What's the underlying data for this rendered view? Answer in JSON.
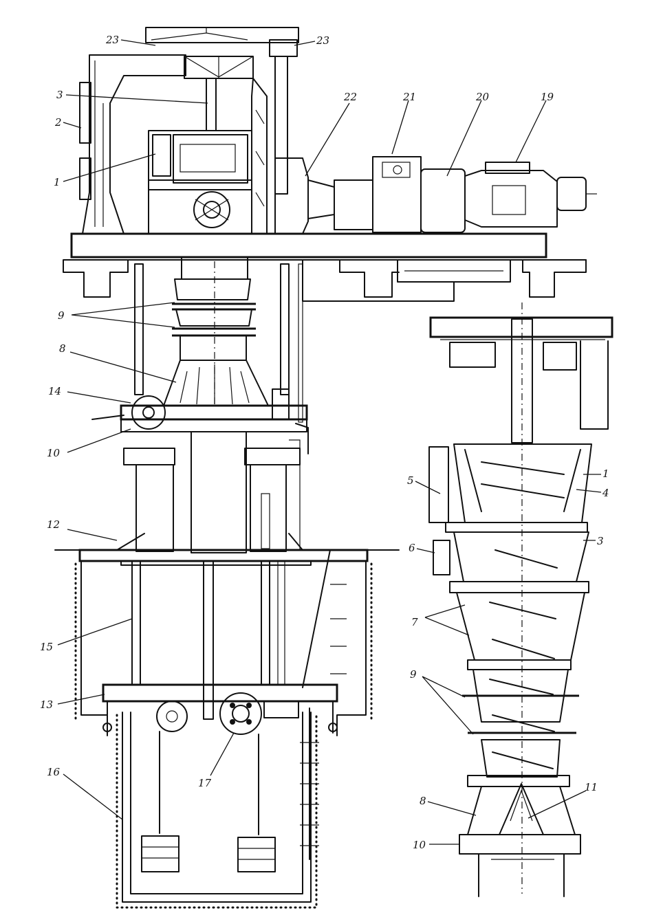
{
  "callouts": {
    "c23a": "23",
    "c23b": "23",
    "c3": "3",
    "c2": "2",
    "c22": "22",
    "c21": "21",
    "c20": "20",
    "c19": "19",
    "c1": "1",
    "c9": "9",
    "c8": "8",
    "c14": "14",
    "c10": "10",
    "c12": "12",
    "c15": "15",
    "c13": "13",
    "c16": "16",
    "c17": "17",
    "d1": "1",
    "d4": "4",
    "d5": "5",
    "d3": "3",
    "d6": "6",
    "d7": "7",
    "d9": "9",
    "d8": "8",
    "d11": "11",
    "d10": "10"
  }
}
